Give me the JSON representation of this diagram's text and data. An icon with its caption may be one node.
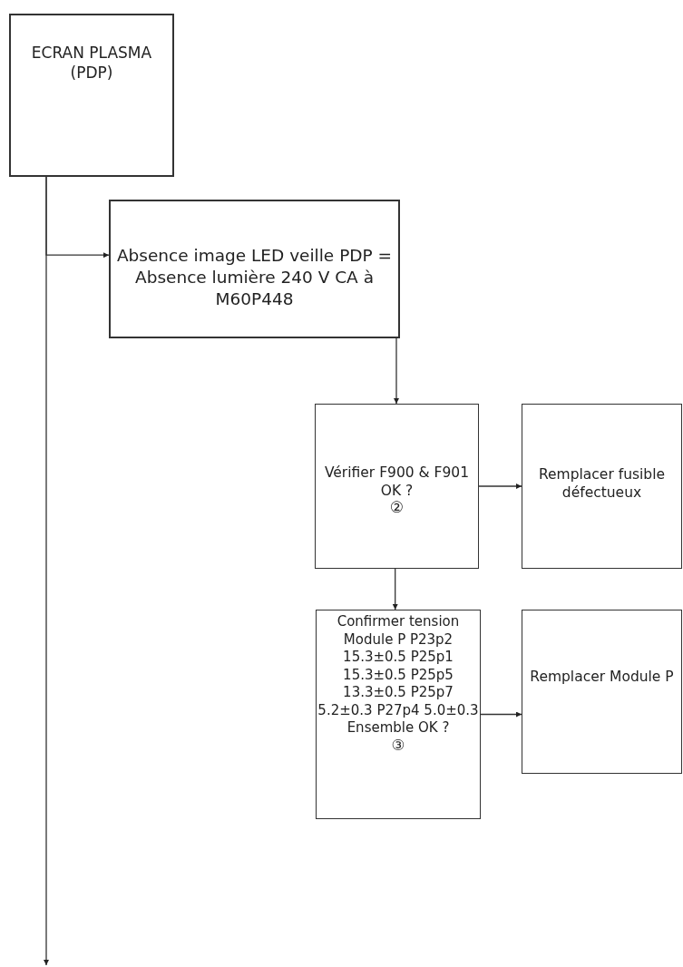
{
  "diagram": {
    "nodes": [
      {
        "text": [
          "ECRAN PLASMA (PDP)"
        ]
      },
      {
        "text": [
          "Absence image LED veille PDP = Absence lumière 240 V CA à M60P448"
        ]
      },
      {
        "text": [
          "Vérifier F900 & F901 OK ?",
          "②"
        ]
      },
      {
        "text": [
          "Remplacer fusible défectueux"
        ]
      },
      {
        "text": [
          "Confirmer tension Module P P23p2 15.3±0.5 P25p1 15.3±0.5 P25p5 13.3±0.5 P25p7 5.2±0.3 P27p4 5.0±0.3 Ensemble OK ?",
          "③"
        ]
      },
      {
        "text": [
          "Remplacer Module P"
        ]
      }
    ],
    "edges": [
      {
        "from": 0,
        "to": 1,
        "arrow": "to"
      },
      {
        "from": 0,
        "to": null,
        "arrow": "to"
      },
      {
        "from": 1,
        "to": 2,
        "arrow": "to"
      },
      {
        "from": 2,
        "to": 3,
        "arrow": "to"
      },
      {
        "from": 2,
        "to": 4,
        "arrow": "to"
      },
      {
        "from": 4,
        "to": 5,
        "arrow": "to"
      }
    ]
  }
}
